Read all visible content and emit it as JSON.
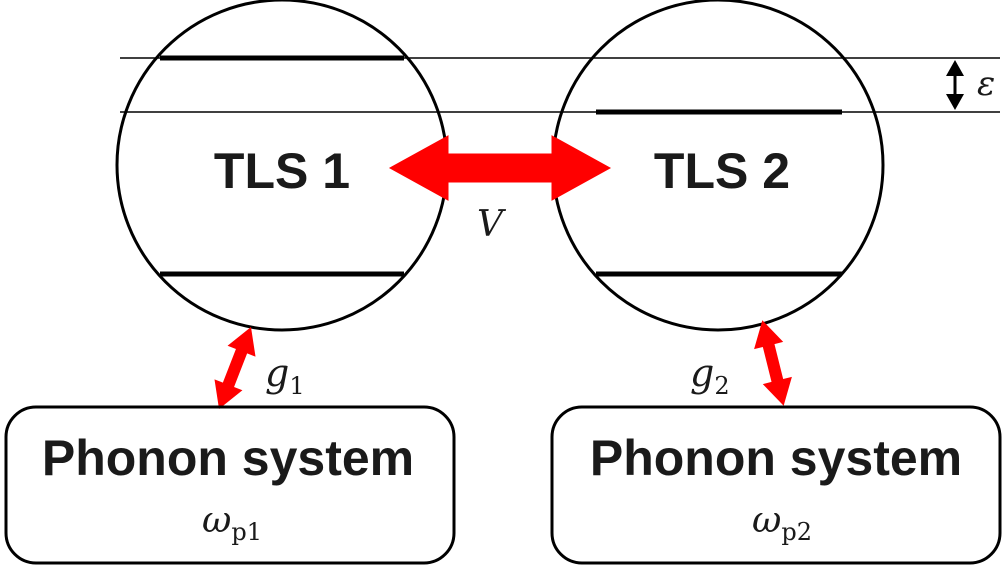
{
  "colors": {
    "stroke": "#000000",
    "arrow": "#ff0000",
    "text": "#1a1a1a"
  },
  "tls": [
    {
      "label": "TLS 1"
    },
    {
      "label": "TLS 2"
    }
  ],
  "coupling_tls": {
    "symbol": "V"
  },
  "energy_offset": {
    "symbol": "ε"
  },
  "phonon_couplings": [
    {
      "symbol": "g",
      "subscript": "1"
    },
    {
      "symbol": "g",
      "subscript": "2"
    }
  ],
  "phonon_systems": [
    {
      "label": "Phonon system",
      "freq_symbol": "ω",
      "freq_subscript": "p1"
    },
    {
      "label": "Phonon system",
      "freq_symbol": "ω",
      "freq_subscript": "p2"
    }
  ]
}
